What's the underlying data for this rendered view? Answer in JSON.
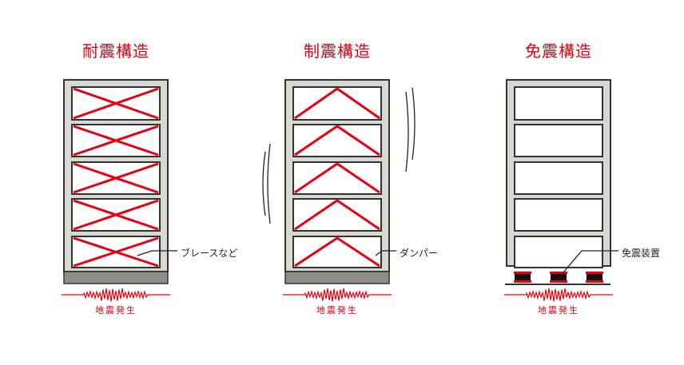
{
  "colors": {
    "accent": "#e60012",
    "frame": "#d8d7d1",
    "base": "#8e8d87",
    "outline": "#333333"
  },
  "structures": [
    {
      "title": "耐震構造",
      "part_label": "ブレースなど",
      "quake_label": "地震発生",
      "type": "brace"
    },
    {
      "title": "制震構造",
      "part_label": "ダンパー",
      "quake_label": "地震発生",
      "type": "damper"
    },
    {
      "title": "免震構造",
      "part_label": "免震装置",
      "quake_label": "地震発生",
      "type": "isolator"
    }
  ]
}
